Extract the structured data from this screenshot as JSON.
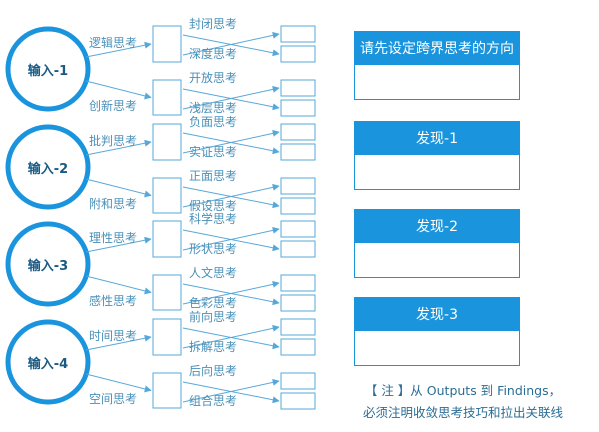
{
  "inputs": [
    {
      "label": "输入-1",
      "modes": [
        "逻辑思考",
        "创新思考"
      ],
      "outputs": [
        "封闭思考",
        "深度思考",
        "开放思考",
        "浅层思考"
      ]
    },
    {
      "label": "输入-2",
      "modes": [
        "批判思考",
        "附和思考"
      ],
      "outputs": [
        "负面思考",
        "实证思考",
        "正面思考",
        "假设思考"
      ]
    },
    {
      "label": "输入-3",
      "modes": [
        "理性思考",
        "感性思考"
      ],
      "outputs": [
        "科学思考",
        "形状思考",
        "人文思考",
        "色彩思考"
      ]
    },
    {
      "label": "输入-4",
      "modes": [
        "时间思考",
        "空间思考"
      ],
      "outputs": [
        "前向思考",
        "拆解思考",
        "后向思考",
        "组合思考"
      ]
    }
  ],
  "panels": [
    {
      "title": "请先设定跨界思考的方向"
    },
    {
      "title": "发现-1"
    },
    {
      "title": "发现-2"
    },
    {
      "title": "发现-3"
    }
  ],
  "note": {
    "line1": "【 注 】从 Outputs 到 Findings，",
    "line2": "必须注明收敛思考技巧和拉出关联线"
  },
  "colors": {
    "accent": "#1a94dd",
    "label": "#4a90b8",
    "line": "#56a8da"
  }
}
